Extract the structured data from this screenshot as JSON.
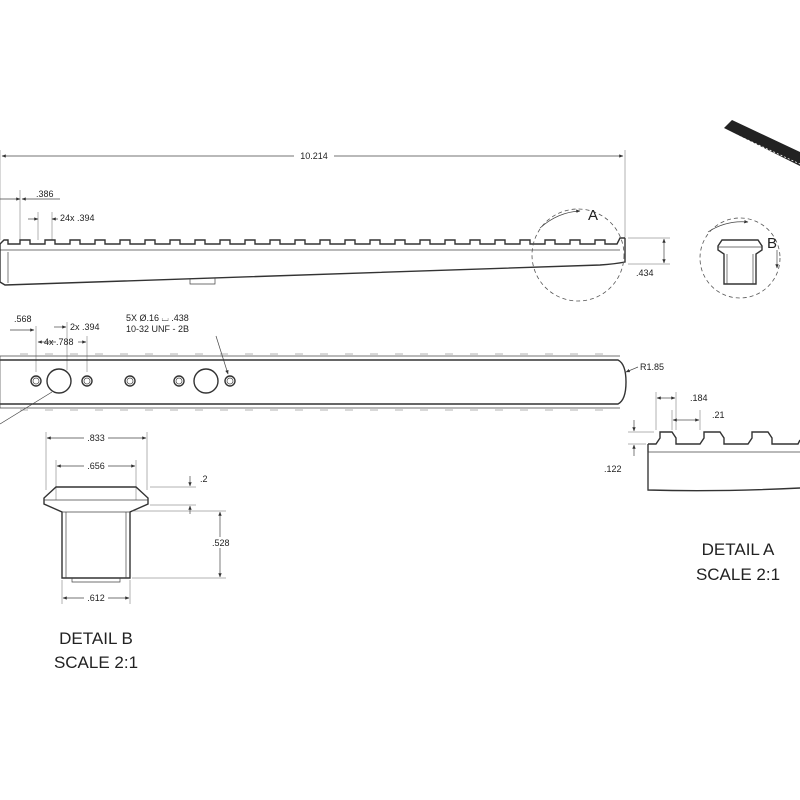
{
  "side_view": {
    "overall_length": "10.214",
    "first_slot_offset": ".386",
    "slot_pitch": "24x .394",
    "height": ".434",
    "detail_a_label": "A"
  },
  "top_view": {
    "dim_568": ".568",
    "dim_2x_394": "2x .394",
    "dim_4x_788": "4x .788",
    "hole_callout_line1": "5X Ø.16 ⌴ .438",
    "hole_callout_line2": "10-32 UNF - 2B",
    "radius": "R1.85"
  },
  "detail_b": {
    "width_top": ".833",
    "width_mid": ".656",
    "width_bottom": ".612",
    "chamfer": ".2",
    "height": ".528",
    "title": "DETAIL B",
    "scale": "SCALE 2:1",
    "callout_letter": "B"
  },
  "detail_a": {
    "slot_width": ".184",
    "land_width": ".21",
    "slot_depth": ".122",
    "title": "DETAIL A",
    "scale": "SCALE 2:1"
  }
}
